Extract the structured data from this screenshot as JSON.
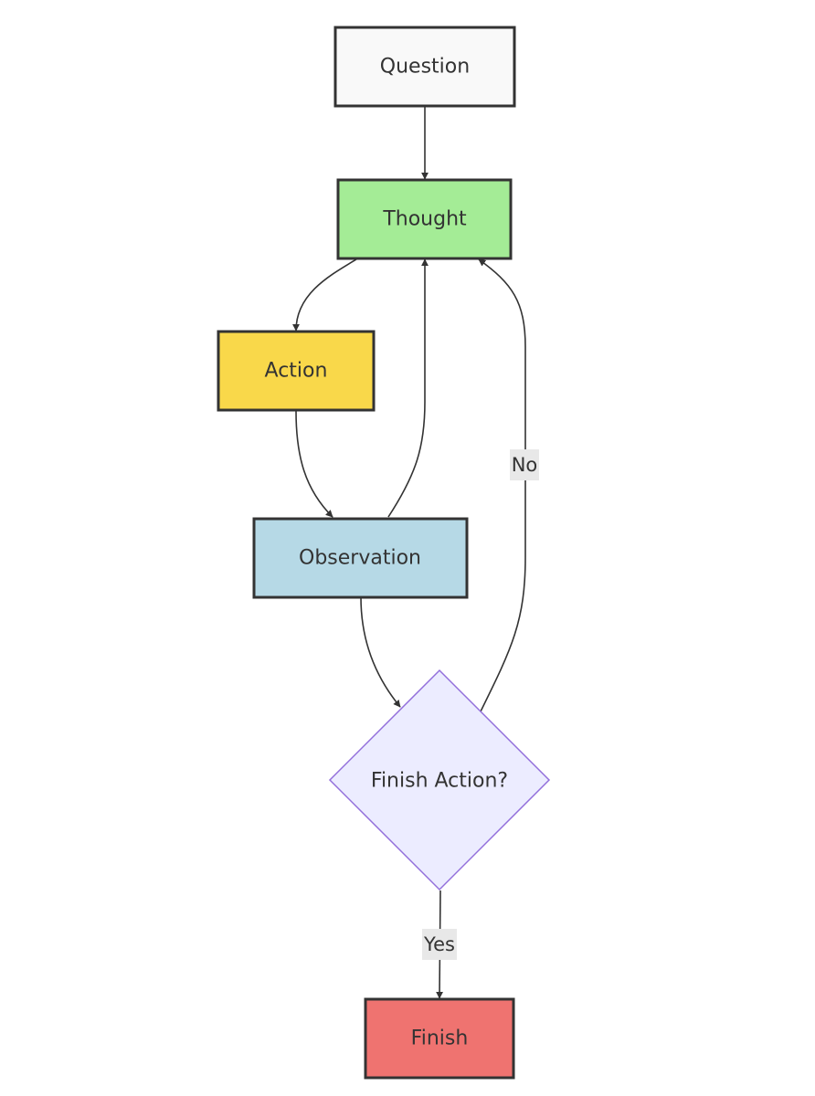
{
  "nodes": {
    "question": {
      "label": "Question",
      "fill": "#f9f9f9"
    },
    "thought": {
      "label": "Thought",
      "fill": "#a4ec96"
    },
    "action": {
      "label": "Action",
      "fill": "#f9d84a"
    },
    "observation": {
      "label": "Observation",
      "fill": "#b6d9e6"
    },
    "decision": {
      "label": "Finish Action?",
      "fill": "#ececff",
      "stroke": "#9370db"
    },
    "finish": {
      "label": "Finish",
      "fill": "#ef7370"
    }
  },
  "edges": [
    {
      "from": "Question",
      "to": "Thought",
      "label": ""
    },
    {
      "from": "Thought",
      "to": "Action",
      "label": ""
    },
    {
      "from": "Action",
      "to": "Observation",
      "label": ""
    },
    {
      "from": "Observation",
      "to": "Thought",
      "label": ""
    },
    {
      "from": "Observation",
      "to": "Finish Action?",
      "label": ""
    },
    {
      "from": "Finish Action?",
      "to": "Thought",
      "label": "No"
    },
    {
      "from": "Finish Action?",
      "to": "Finish",
      "label": "Yes"
    }
  ],
  "edge_labels": {
    "no": "No",
    "yes": "Yes"
  },
  "colors": {
    "line": "#333333",
    "edge_label_bg": "#e8e8e8"
  }
}
